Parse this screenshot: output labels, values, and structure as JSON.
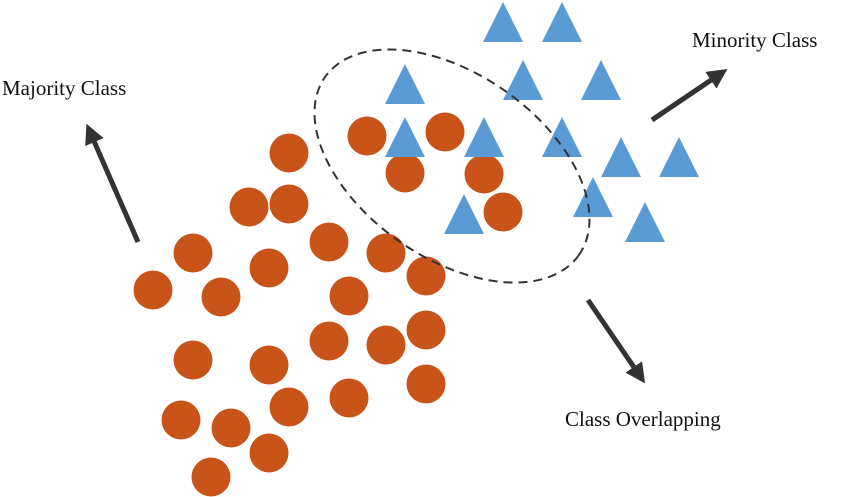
{
  "labels": {
    "majority": "Majority Class",
    "minority": "Minority Class",
    "overlap": "Class Overlapping"
  },
  "colors": {
    "majority": "#C9541A",
    "minority": "#5B9BD5",
    "arrow": "#333333",
    "ellipse": "#333333",
    "text": "#111111"
  },
  "shapes": {
    "majority": "circle",
    "minority": "triangle"
  }
}
